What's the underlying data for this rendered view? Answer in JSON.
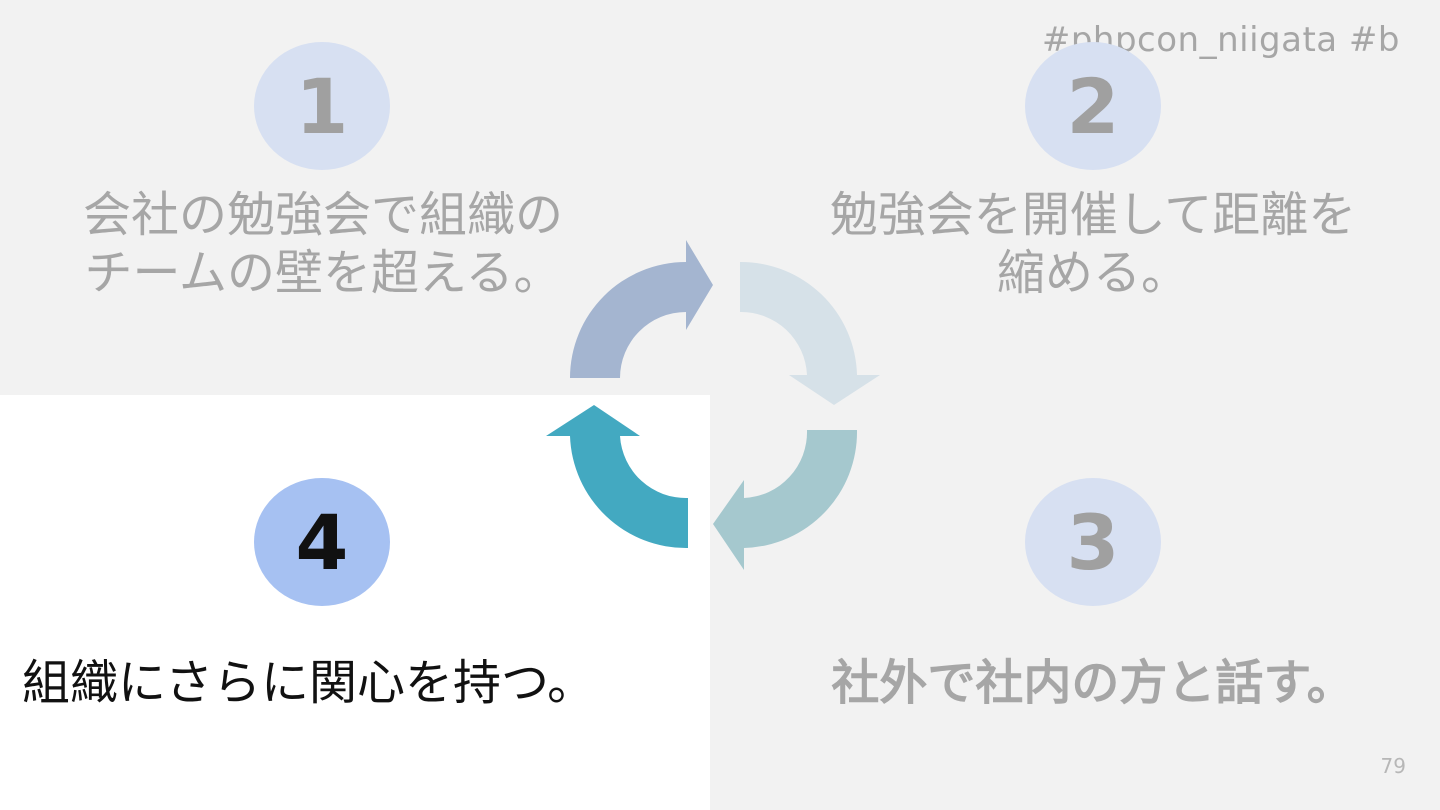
{
  "header": {
    "hashtag": "#phpcon_niigata #b"
  },
  "steps": [
    {
      "number": "1",
      "text_line1": "会社の勉強会で組織の",
      "text_line2": "チームの壁を超える。"
    },
    {
      "number": "2",
      "text_line1": "勉強会を開催して距離を",
      "text_line2": "縮める。"
    },
    {
      "number": "3",
      "text": "社外で社内の方と話す。"
    },
    {
      "number": "4",
      "text": "組織にさらに関心を持つ。"
    }
  ],
  "cycle_arrows": {
    "colors": [
      "#a4b5d0",
      "#d6e1e8",
      "#a5c8ce",
      "#43a9c1"
    ]
  },
  "footer": {
    "page_number": "79"
  }
}
